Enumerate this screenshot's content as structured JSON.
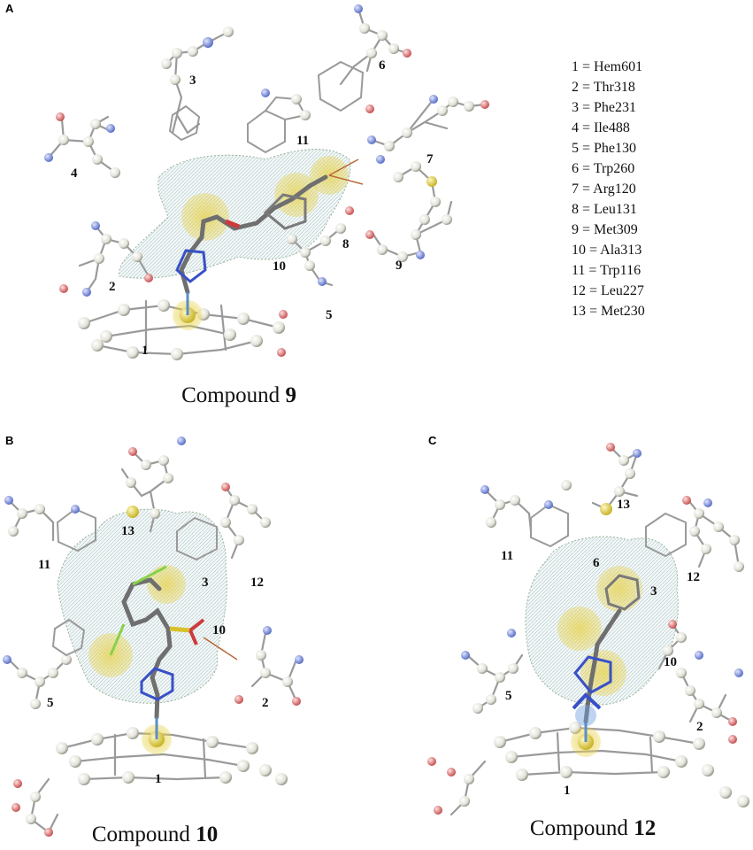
{
  "panels": [
    {
      "letter": "A",
      "caption_prefix": "Compound ",
      "caption_number": "9"
    },
    {
      "letter": "B",
      "caption_prefix": "Compound ",
      "caption_number": "10"
    },
    {
      "letter": "C",
      "caption_prefix": "Compound ",
      "caption_number": "12"
    }
  ],
  "legend": [
    "1 = Hem601",
    "2 = Thr318",
    "3 = Phe231",
    "4 = Ile488",
    "5 = Phe130",
    "6 = Trp260",
    "7 = Arg120",
    "8 = Leu131",
    "9 = Met309",
    "10 = Ala313",
    "11 = Trp116",
    "12 = Leu227",
    "13 = Met230"
  ],
  "residue_labels": {
    "A": [
      "3",
      "6",
      "11",
      "7",
      "4",
      "8",
      "9",
      "2",
      "10",
      "5",
      "1"
    ],
    "B": [
      "13",
      "11",
      "3",
      "12",
      "10",
      "5",
      "2",
      "1"
    ],
    "C": [
      "13",
      "11",
      "6",
      "3",
      "12",
      "10",
      "5",
      "2",
      "1"
    ]
  },
  "atom_colors": {
    "carbon": "#e6e6dc",
    "nitrogen": "#7f93e0",
    "oxygen": "#e07a7a",
    "sulfur": "#e6d84a",
    "chlorine": "#7de04a",
    "iron_highlight": "#d9c23a",
    "surface": "#9fc0d8"
  }
}
